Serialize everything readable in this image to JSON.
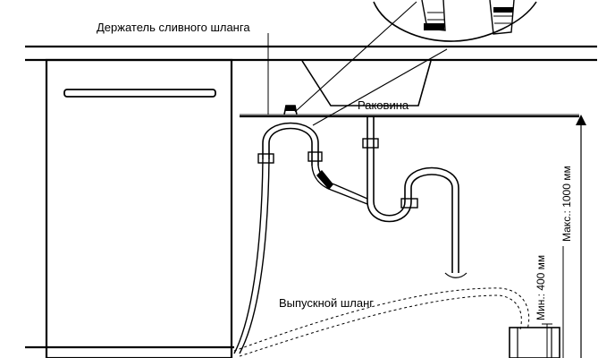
{
  "labels": {
    "hose_holder": "Держатель сливного шланга",
    "sink": "Раковина",
    "drain_hose": "Выпускной шланг",
    "min_height": "Мин.: 400 мм",
    "max_height": "Макс.: 1000 мм"
  }
}
